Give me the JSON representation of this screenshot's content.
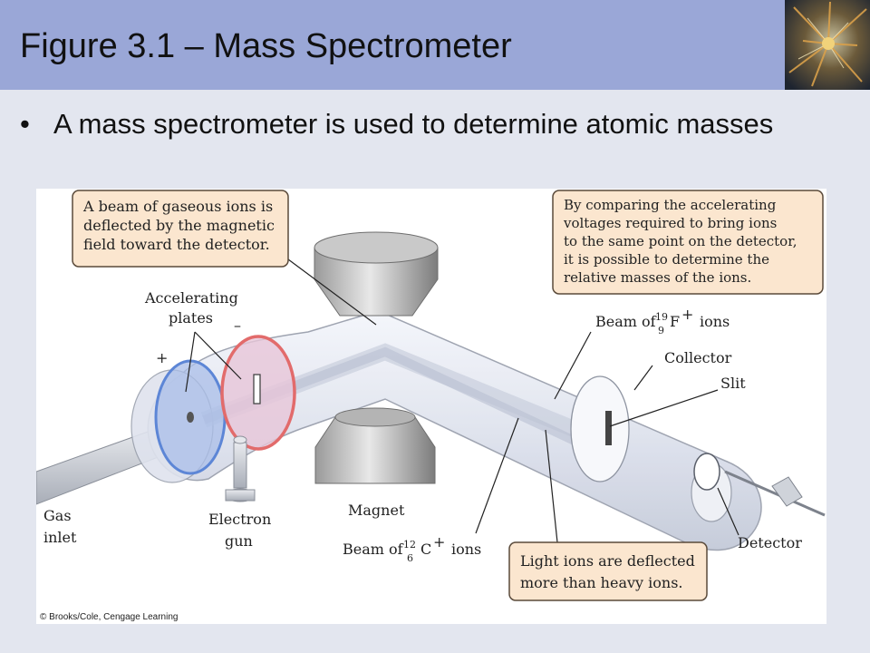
{
  "slide": {
    "title": "Figure 3.1 – Mass Spectrometer",
    "bullet_symbol": "•",
    "bullet_text": "A mass spectrometer is used to determine atomic masses",
    "title_bar_color": "#9aa7d7",
    "background_color": "#e3e6ef"
  },
  "figure": {
    "callout_top_left": [
      "A beam of gaseous ions is",
      "deflected by the magnetic",
      "field toward the detector."
    ],
    "callout_top_right": [
      "By comparing the accelerating",
      "voltages required to bring ions",
      "to the same point on the detector,",
      "it is possible to determine the",
      "relative masses of the ions."
    ],
    "callout_bottom": [
      "Light ions are deflected",
      "more than heavy ions."
    ],
    "label_accelerating_plates": [
      "Accelerating",
      "plates"
    ],
    "label_plus": "+",
    "label_minus": "–",
    "label_beam_f_prefix": "Beam of",
    "label_beam_f_mass": "19",
    "label_beam_f_number": "9",
    "label_beam_f_symbol": "F",
    "label_beam_f_charge": "+",
    "label_beam_f_suffix": "ions",
    "label_beam_c_prefix": "Beam of",
    "label_beam_c_mass": "12",
    "label_beam_c_number": "6",
    "label_beam_c_symbol": "C",
    "label_beam_c_charge": "+",
    "label_beam_c_suffix": "ions",
    "label_collector": "Collector",
    "label_slit": "Slit",
    "label_gas_inlet": [
      "Gas",
      "inlet"
    ],
    "label_electron_gun": [
      "Electron",
      "gun"
    ],
    "label_magnet": "Magnet",
    "label_detector": "Detector",
    "copyright": "© Brooks/Cole, Cengage Learning",
    "callout_fill": "#fbe6cf",
    "callout_stroke": "#5a4a3a"
  }
}
